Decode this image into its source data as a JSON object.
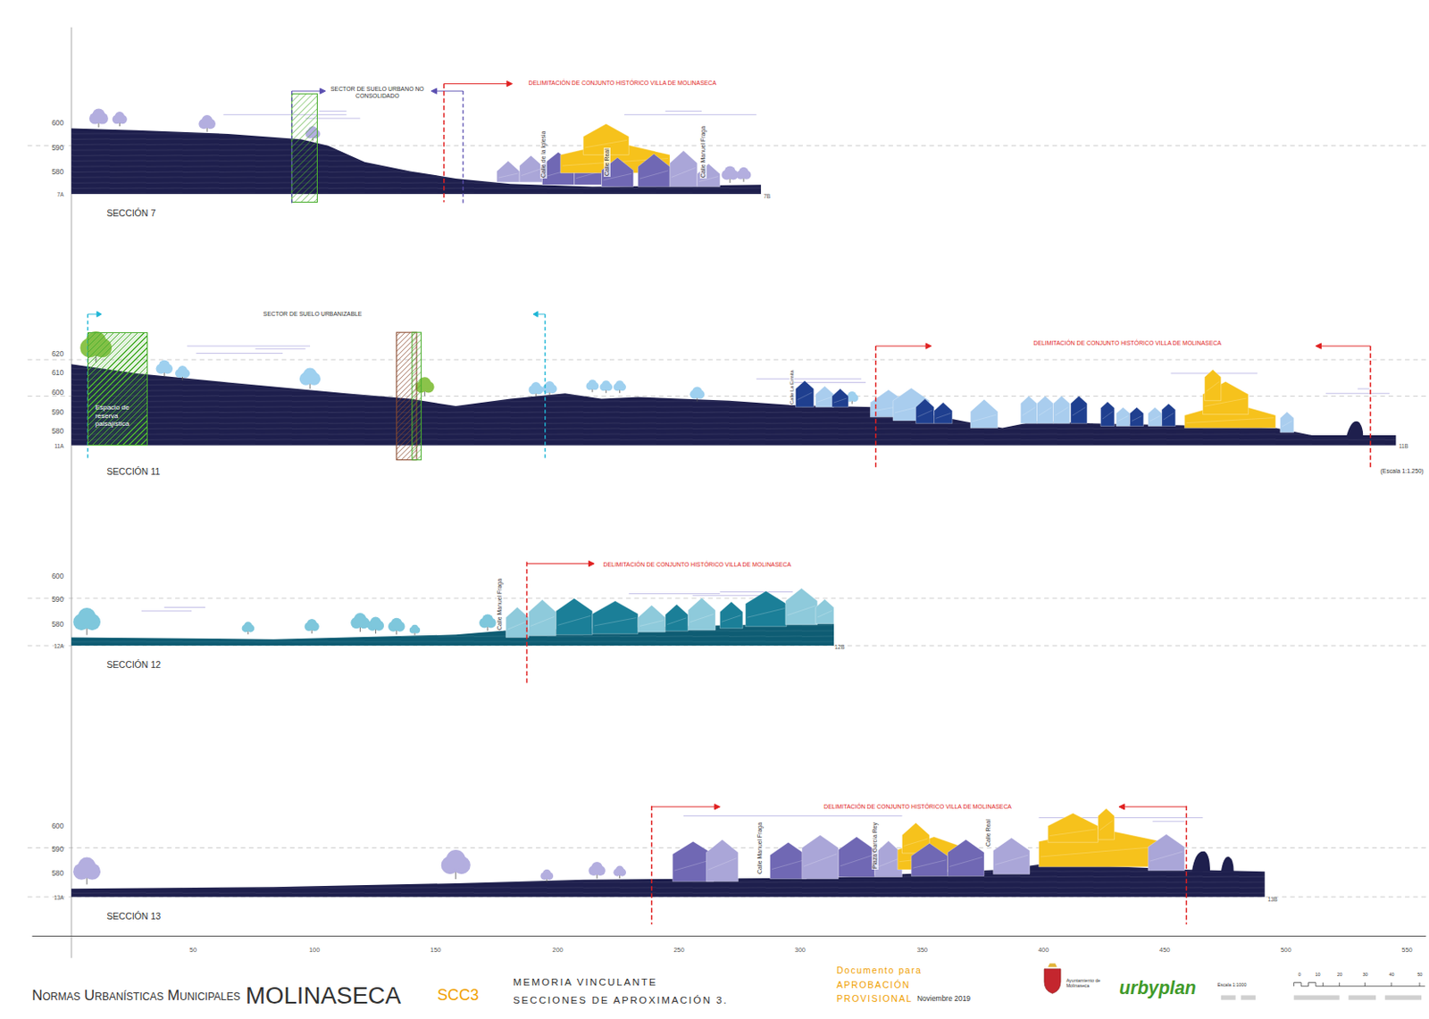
{
  "diagram": {
    "nodes": [
      {
        "text": [
          "Espacio de reserva paisajística"
        ]
      }
    ],
    "labels": [
      "600",
      "590",
      "580",
      "7A",
      "7B",
      "SECCIÓN 7",
      "SECTOR DE SUELO URBANO NO CONSOLIDADO",
      "DELIMITACIÓN DE CONJUNTO HISTÓRICO VILLA DE MOLINASECA",
      "Calle de la Iglesia",
      "Calle Real",
      "Calle Manuel Fraga",
      "620",
      "610",
      "600",
      "590",
      "580",
      "11A",
      "11B",
      "SECCIÓN 11",
      "SECTOR DE SUELO URBANIZABLE",
      "DELIMITACIÓN DE CONJUNTO HISTÓRICO VILLA DE MOLINASECA",
      "Calle La Ermita",
      "(Escala 1:1.250)",
      "600",
      "590",
      "580",
      "12A",
      "12B",
      "SECCIÓN 12",
      "DELIMITACIÓN DE CONJUNTO HISTÓRICO VILLA DE MOLINASECA",
      "Calle Manuel Fraga",
      "600",
      "590",
      "580",
      "13A",
      "13B",
      "SECCIÓN 13",
      "DELIMITACIÓN DE CONJUNTO HISTÓRICO VILLA DE MOLINASECA",
      "Calle Manuel Fraga",
      "Plaza García Rey",
      "Calle Real",
      "50",
      "100",
      "150",
      "200",
      "250",
      "300",
      "350",
      "400",
      "450",
      "500",
      "550",
      "Normas Urbanísticas Municipales",
      "MOLINASECA",
      "SCC3",
      "MEMORIA VINCULANTE",
      "SECCIONES DE APROXIMACIÓN 3.",
      "Documento para",
      "APROBACIÓN",
      "PROVISIONAL",
      "Noviembre 2019",
      "Ayuntamiento de Molinaseca",
      "urbyplan",
      "Escala 1:1000",
      "0",
      "10",
      "20",
      "30",
      "40",
      "50"
    ]
  }
}
